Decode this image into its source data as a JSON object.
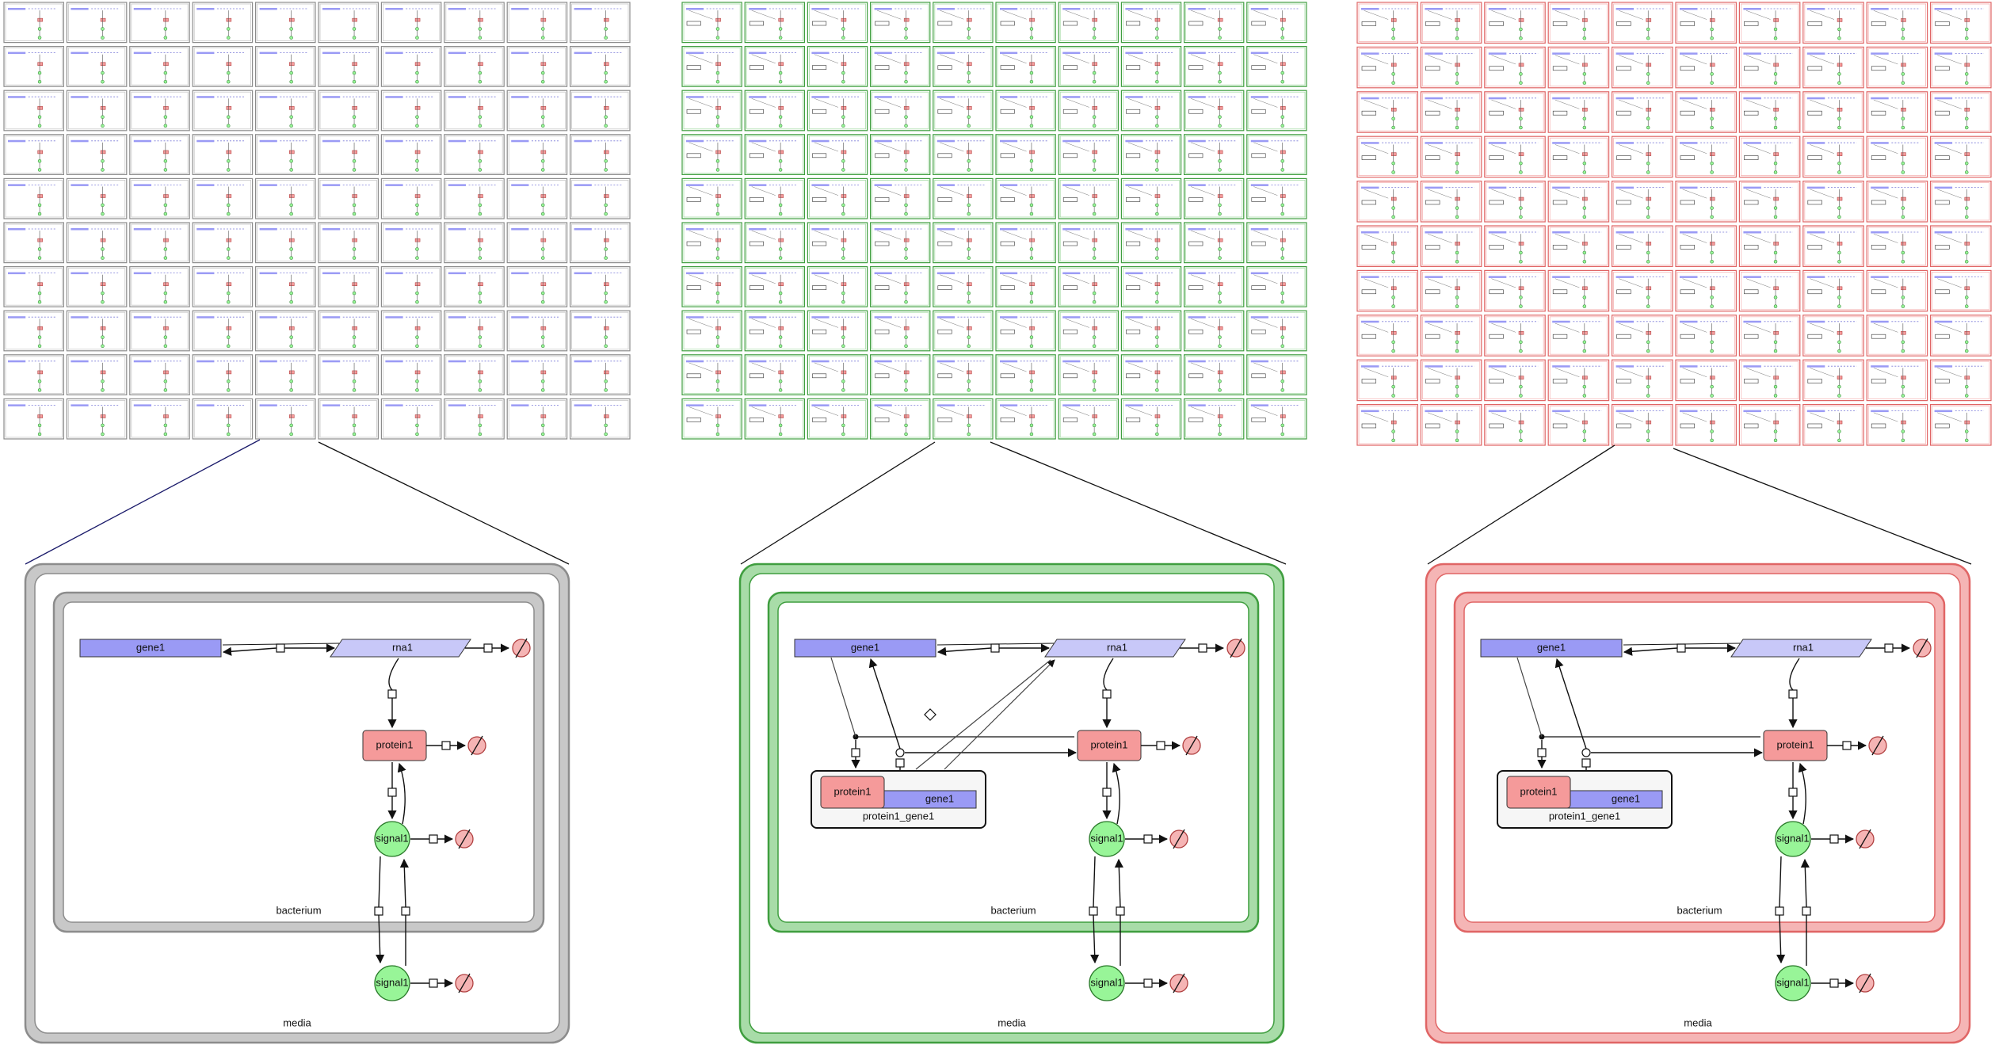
{
  "labels": {
    "gene": "gene1",
    "rna": "rna1",
    "protein": "protein1",
    "signal": "signal1",
    "complex": "protein1_gene1",
    "complex_protein": "protein1",
    "complex_gene": "gene1",
    "inner_compartment": "bacterium",
    "outer_compartment": "media"
  },
  "grid": {
    "rows": 10,
    "cols": 10
  },
  "panels": [
    {
      "id": "gray",
      "color_dark": "#8c8c8c",
      "color_mid": "#c8c8c8",
      "color_light": "#e6e6e6",
      "has_complex": false
    },
    {
      "id": "green",
      "color_dark": "#3f9e3f",
      "color_mid": "#a8dca8",
      "color_light": "#d6f0d6",
      "has_complex": true
    },
    {
      "id": "red",
      "color_dark": "#e06565",
      "color_mid": "#f5b5b5",
      "color_light": "#fde0e0",
      "has_complex": true
    }
  ],
  "colors": {
    "gene": "#9a9af5",
    "rna": "#c8c8f8",
    "protein": "#f59a9a",
    "signal": "#98f598",
    "degrade": "#f5b4b4",
    "edge": "#111111",
    "zoom_line": "#111111"
  }
}
